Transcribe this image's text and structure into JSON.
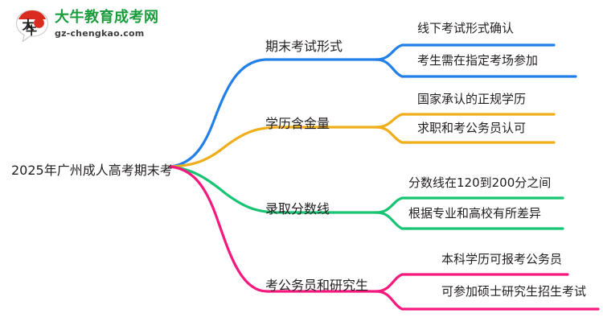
{
  "logo": {
    "mark_name": "daniu-speech-bubble-logo",
    "brand_cn": "大牛教育成考网",
    "brand_mark_text": "大牛",
    "url": "gz-chengkao.com"
  },
  "mindmap": {
    "root": "2025年广州成人高考期末考",
    "branches": [
      {
        "label": "期末考试形式",
        "color": "#2080E8",
        "leaves": [
          "线下考试形式确认",
          "考生需在指定考场参加"
        ]
      },
      {
        "label": "学历含金量",
        "color": "#EFAE1A",
        "leaves": [
          "国家承认的正规学历",
          "求职和考公务员认可"
        ]
      },
      {
        "label": "录取分数线",
        "color": "#16C473",
        "leaves": [
          "分数线在120到200分之间",
          "根据专业和高校有所差异"
        ]
      },
      {
        "label": "考公务员和研究生",
        "color": "#F5197E",
        "leaves": [
          "本科学历可报考公务员",
          "可参加硕士研究生招生考试"
        ]
      }
    ]
  }
}
